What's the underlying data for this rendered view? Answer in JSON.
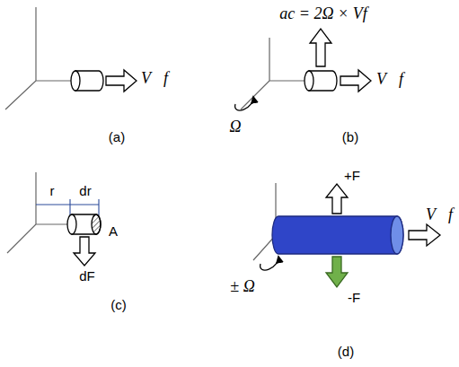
{
  "diagram": {
    "labels": [
      "V⃗f",
      "(a)",
      "ac = 2Ω × Vf",
      "V⃗f",
      "Ω",
      "(b)",
      "r",
      "dr",
      "A",
      "dF",
      "(c)",
      "+F",
      "-F",
      "± Ω",
      "V⃗f",
      "(d)"
    ]
  }
}
